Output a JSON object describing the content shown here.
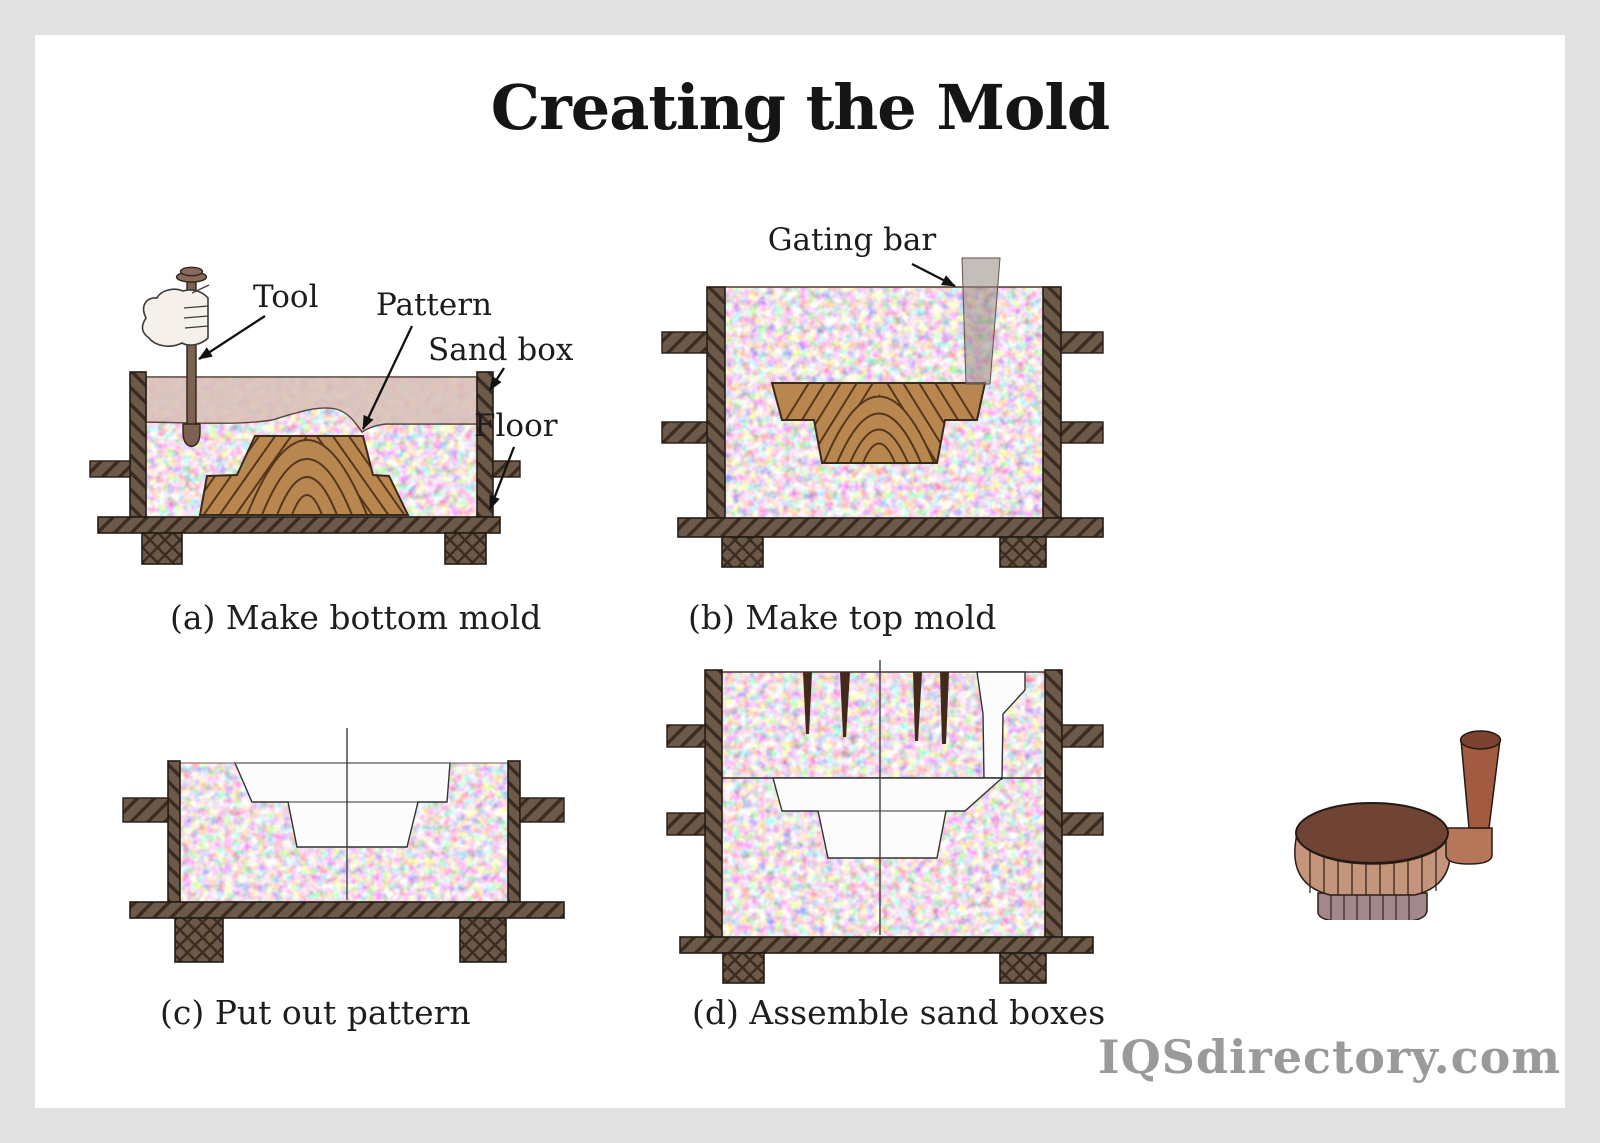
{
  "title": "Creating the Mold",
  "watermark": "IQSdirectory.com",
  "figures": {
    "a": {
      "caption": "(a) Make bottom mold",
      "labels": {
        "tool": "Tool",
        "pattern": "Pattern",
        "sand_box": "Sand box",
        "floor": "Floor"
      }
    },
    "b": {
      "caption": "(b) Make top mold",
      "labels": {
        "gating_bar": "Gating bar"
      }
    },
    "c": {
      "caption": "(c) Put out pattern"
    },
    "d": {
      "caption": "(d) Assemble sand boxes"
    }
  },
  "colors": {
    "frame_border": "#e2e2e2",
    "background": "#ffffff",
    "wood_frame": "#6d5948",
    "hatch_line": "#3a2c21",
    "sand_speckle_base": "#c9a2a6",
    "loose_sand": "#d9c0b8",
    "pattern_wood": "#b8874f",
    "wood_grain": "#54361c",
    "gating_bar": "#968681",
    "cavity_white": "#fcfcfc",
    "tool_rod": "#7d6152",
    "hand": "#f6f0ea",
    "vent_spike": "#42291b",
    "text": "#1c1c1c",
    "watermark": "#9a9a9a"
  }
}
